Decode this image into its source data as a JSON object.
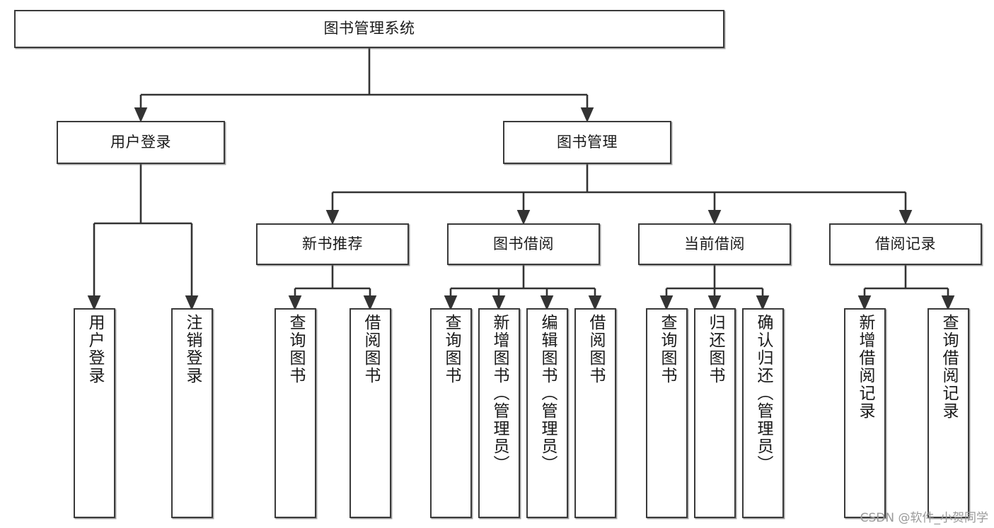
{
  "diagram": {
    "type": "tree",
    "title": "图书管理系统",
    "watermark": "CSDN @软件_小贺同学",
    "colors": {
      "box_border": "#3a3a3a",
      "box_fill": "#ffffff",
      "connector": "#333333",
      "text": "#1a1a1a",
      "watermark": "#9a9a9a"
    },
    "nodes": {
      "root": {
        "label": "图书管理系统"
      },
      "level2": [
        {
          "label": "用户登录"
        },
        {
          "label": "图书管理"
        }
      ],
      "level3": [
        {
          "label": "新书推荐"
        },
        {
          "label": "图书借阅"
        },
        {
          "label": "当前借阅"
        },
        {
          "label": "借阅记录"
        }
      ],
      "leaves_user_login": [
        {
          "label": "用户登录"
        },
        {
          "label": "注销登录"
        }
      ],
      "leaves_new_books": [
        {
          "label": "查询图书"
        },
        {
          "label": "借阅图书"
        }
      ],
      "leaves_borrow": [
        {
          "label": "查询图书"
        },
        {
          "label": "新增图书（管理员）"
        },
        {
          "label": "编辑图书（管理员）"
        },
        {
          "label": "借阅图书"
        }
      ],
      "leaves_current": [
        {
          "label": "查询图书"
        },
        {
          "label": "归还图书"
        },
        {
          "label": "确认归还（管理员）"
        }
      ],
      "leaves_records": [
        {
          "label": "新增借阅记录"
        },
        {
          "label": "查询借阅记录"
        }
      ]
    }
  }
}
